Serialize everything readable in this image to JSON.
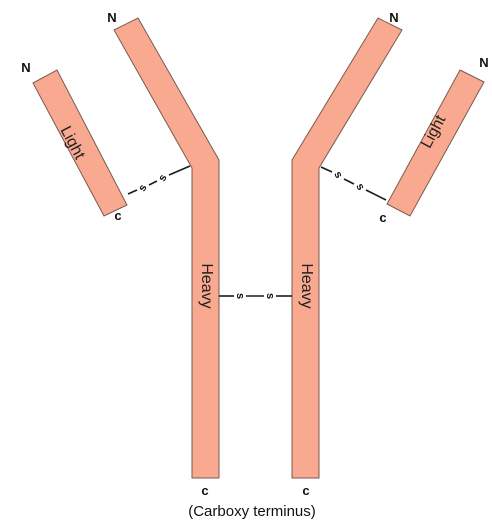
{
  "chains": {
    "heavy_label": "Heavy",
    "light_label": "Light"
  },
  "terminals": {
    "amino": "N",
    "carboxy": "c"
  },
  "disulfide": {
    "sulfur": "s"
  },
  "caption": "(Carboxy terminus)",
  "colors": {
    "chain_fill": "#f8a98f",
    "chain_stroke": "#7a5a4f",
    "text": "#111111"
  }
}
